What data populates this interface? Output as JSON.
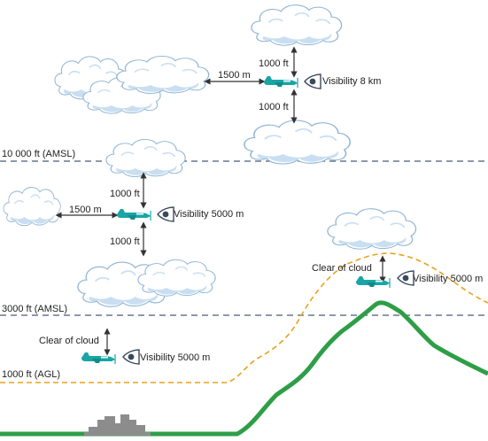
{
  "levels": {
    "l10000": "10 000 ft (AMSL)",
    "l3000": "3000 ft (AMSL)",
    "l1000": "1000 ft (AGL)"
  },
  "top_zone": {
    "horizontal": "1500 m",
    "vertical_above": "1000 ft",
    "vertical_below": "1000 ft",
    "visibility": "Visibility 8 km"
  },
  "middle_zone": {
    "horizontal": "1500 m",
    "vertical_above": "1000 ft",
    "vertical_below": "1000 ft",
    "visibility": "Visibility 5000 m"
  },
  "low_zone": {
    "clear": "Clear of cloud",
    "visibility": "Visibility 5000 m"
  },
  "mountain_zone": {
    "clear": "Clear of cloud",
    "visibility": "Visibility 5000 m"
  },
  "colors": {
    "aircraft": "#1aa5a5",
    "terrain": "#2e9e47",
    "agl_line": "#e8a21c",
    "dash_line": "#4a5a78",
    "cloud_fill": "#ffffff",
    "cloud_shade": "#c9dff1",
    "cloud_stroke": "#8fb4d3",
    "city": "#8c8c8c"
  },
  "icons": [
    "cloud-icon",
    "aircraft-icon",
    "eye-icon",
    "city-icon",
    "double-arrow-icon"
  ]
}
